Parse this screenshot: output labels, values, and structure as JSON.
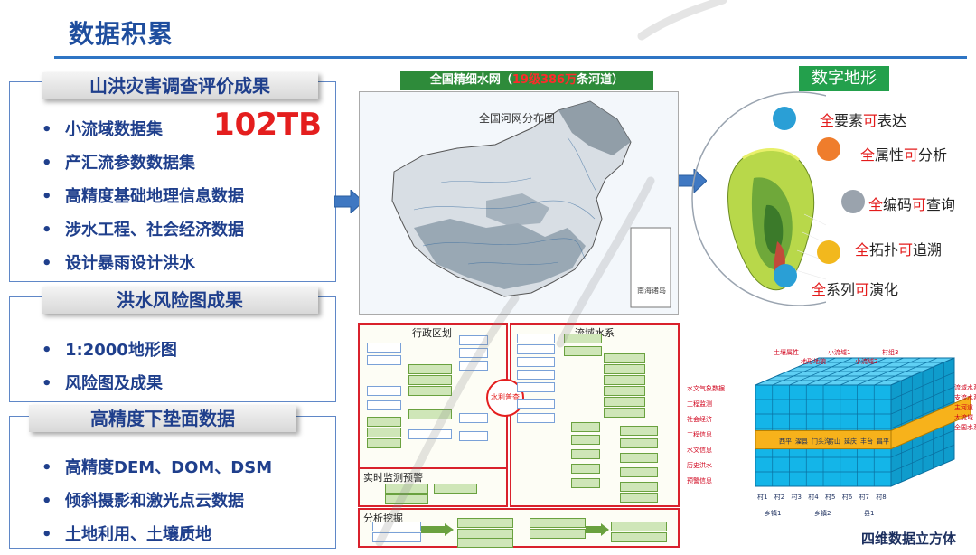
{
  "page": {
    "title": "数据积累"
  },
  "sections": [
    {
      "banner": "山洪灾害调查评价成果",
      "items": [
        "小流域数据集",
        "产汇流参数数据集",
        "高精度基础地理信息数据",
        "涉水工程、社会经济数据",
        "设计暴雨设计洪水"
      ]
    },
    {
      "banner": "洪水风险图成果",
      "items": [
        "1:2000地形图",
        "风险图及成果"
      ]
    },
    {
      "banner": "高精度下垫面数据",
      "items": [
        "高精度DEM、DOM、DSM",
        "倾斜摄影和激光点云数据",
        "土地利用、土壤质地"
      ]
    }
  ],
  "highlight": {
    "size": "102TB"
  },
  "map": {
    "banner_prefix": "全国精细水网（",
    "banner_highlight": "19级386万",
    "banner_suffix": "条河道）",
    "title": "全国河网分布图",
    "inset_label": "南海诸岛"
  },
  "digital_terrain": {
    "banner": "数字地形",
    "features": [
      {
        "a": "全",
        "b": "要素",
        "c": "可",
        "d": "表达"
      },
      {
        "a": "全",
        "b": "属性",
        "c": "可",
        "d": "分析"
      },
      {
        "a": "全",
        "b": "编码",
        "c": "可",
        "d": "查询"
      },
      {
        "a": "全",
        "b": "拓扑",
        "c": "可",
        "d": "追溯"
      },
      {
        "a": "全",
        "b": "系列",
        "c": "可",
        "d": "演化"
      }
    ]
  },
  "system_diagram": {
    "admin_title": "行政区划",
    "basin_title": "流域水系",
    "center_label": "水利普查",
    "monitor_title": "实时监测预警",
    "analysis_title": "分析挖掘"
  },
  "cube": {
    "caption": "四维数据立方体",
    "x_labels": [
      "村1",
      "村2",
      "村3",
      "村4",
      "村5",
      "村6",
      "村7",
      "村8"
    ],
    "group_labels": [
      "乡镇1",
      "乡镇2",
      "县1"
    ],
    "front_labels": [
      "西平",
      "濯县",
      "门头沟",
      "房山",
      "延庆",
      "丰台",
      "昌平"
    ],
    "left_labels": [
      "水文气象数据",
      "工程监测",
      "社会经济",
      "工程信息",
      "水文信息",
      "历史洪水",
      "预警信息"
    ],
    "right_labels": [
      "流域水系",
      "支流水系",
      "主河道",
      "大流域",
      "全国水系"
    ],
    "top_labels": [
      "土壤属性",
      "地形地貌",
      "小流域1",
      "小流域2",
      "村组3"
    ],
    "colors": {
      "cube_blue": "#14b5e8",
      "cube_grid": "#0a6fa0",
      "cube_orange": "#f7b21b",
      "label_red": "#d0021b"
    }
  },
  "colors": {
    "title": "#1f4e9e",
    "accent_red": "#e41e1e",
    "map_green": "#2e8b3a",
    "terrain_green": "#23a04c",
    "panel_border": "#5f87c7"
  }
}
